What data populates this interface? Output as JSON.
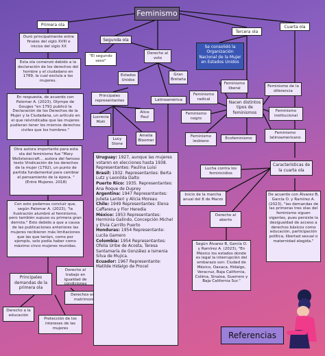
{
  "title": "Feminismo",
  "waves": {
    "first": "Primera ola",
    "second": "Segunda ola",
    "third": "Tercera ola",
    "fourth": "Cuarta ola"
  },
  "first_wave": {
    "origin": "Duró principalmente entre finales del siglo XVIII e inicios del siglo XX",
    "context": "Esta ola comenzó debido a la declaración de los derechos del hombre y el ciudadano en 1789, la cual excluía a las mujeres.",
    "gouges": "En respuesta, de acuerdo con Palomar A. (2023), Olympe de Gouges \"en 1791 publicó la Declaración de los Derechos de la Mujer y la Ciudadana, un artículo en el que reivindicaba que las mujeres pudieran tener los mismos derechos civiles que los hombres.\"",
    "wollstonecraft": "Otra autora importante para esta ola del feminismo fue \"Mary Wollstonecraft… autora del famoso texto Vindicación de los derechos de la mujer (1792), un punto de partida fundamental para cambiar el pensamiento de la época. \" (Entre Mujeres. 2018)",
    "conclusion": "Con esto podemos concluir que, según Palomar A. (2023), \"la Ilustración alumbró al feminismo, pero también supuso su primera gran derrota.\" Esto debido a que a causa de las publicaciones anteriores las mujeres recibieron más limitaciones que las que tenían, como por ejemplo, solo podía haber como máximo cinco mujeres reunidas.",
    "principal_demands": "Principales demandas de la primera ola",
    "demand_work": "Derecho al trabajo en igualdad de condiciones",
    "demand_marriage": "Derechos en el matrimonio",
    "demand_education": "Derecho a la educación",
    "demand_protection": "Protección de los intereses de las mujeres"
  },
  "second_wave": {
    "slogan": "\"El segundo sexo\"",
    "vote": "Derecho al voto",
    "usa": "Estados Unidos",
    "gb": "Gran Bretaña",
    "representatives": "Principales representantes",
    "alice": "Alice Paul",
    "lucrecia": "Lucrecia Mott",
    "amelia": "Amelia Bloomer",
    "lucy": "Lucy Stone",
    "latam": "Latinoamérica",
    "countries": [
      {
        "country": "Uruguay:",
        "text": " 1927, aunque las mujeres votaron en elecciones hasta 1938. Representantes: Paulina Luisi"
      },
      {
        "country": "Brasil:",
        "text": " 1932. Representantes: Berta Lutz y Leonilda Dalto"
      },
      {
        "country": "Puerto Rico:",
        "text": " 1935. Representantes: Ana Roque de Duprey"
      },
      {
        "country": "Argentina:",
        "text": " 1947 Representantes: Julieta Lanteri y Alicia Moreau"
      },
      {
        "country": "Chile:",
        "text": " 1949 Representantes: Elena Caffarena y Flor Heredia"
      },
      {
        "country": "México:",
        "text": " 1953 Representantes: Herminia Galindo, Concepción Michel y Elvia Carrillo Puerto"
      },
      {
        "country": "Honduras:",
        "text": " 1954 Representante: Lucila Gamero"
      },
      {
        "country": "Colombia:",
        "text": " 1954 Representantes: Ofelia Uribe de Acosta, Teresa Santamaría de González e Ismenia Silva de Mujica."
      },
      {
        "country": "Ecuador:",
        "text": " 1967 Representante: Matilde Hidalgo de Procel"
      }
    ]
  },
  "third_wave": {
    "organization": "Se consolidó la Organización Nacional de la Mujer en Estados Unidos",
    "types": "Nacen distintos tipos de feminismos",
    "liberal": "Feminismo liberal",
    "radical": "Feminismo radical",
    "difference": "Feminismo de la diferencia",
    "negro": "Feminismo negro",
    "institucional": "Feminismo institucional",
    "lesbiano": "Feminismo lesbiano",
    "eco": "Ecofeminismo",
    "latam": "Feminismo latinoamericano"
  },
  "fourth_wave": {
    "characteristics": "Características de la cuarta ola",
    "femicides": "Lucha contra los feminicidios",
    "march": "Inicio de la marcha anual del 8 de Marzo",
    "abortion": "Derecho al aborto",
    "abortion_detail": "Según Álvarez B, García O. y Ramírez A. (2023), \"En México los estados donde es legal la interrupción del embarazo son: Ciudad de México, Oaxaca, Hidalgo, Veracruz, Baja California, Colima, Sinaloa, Guerrero y Baja California Sur.\"",
    "demands_detail": "De acuerdo con Álvarez B, García O. y Ramírez A. (2023), \"las demandas de las primeras tres olas del feminismo siguen vigentes, pues persiste la desigualdad de acceso a derechos básicos como educación, participación política, libertad sexual o maternidad elegida.\""
  },
  "references": "Referencias",
  "colors": {
    "background_top": "#6f4fb0",
    "background_bottom": "#e05f8f",
    "node_lavender": "#efe6fb",
    "node_dark": "#4b2e6e",
    "node_blue": "#3a57b6"
  }
}
